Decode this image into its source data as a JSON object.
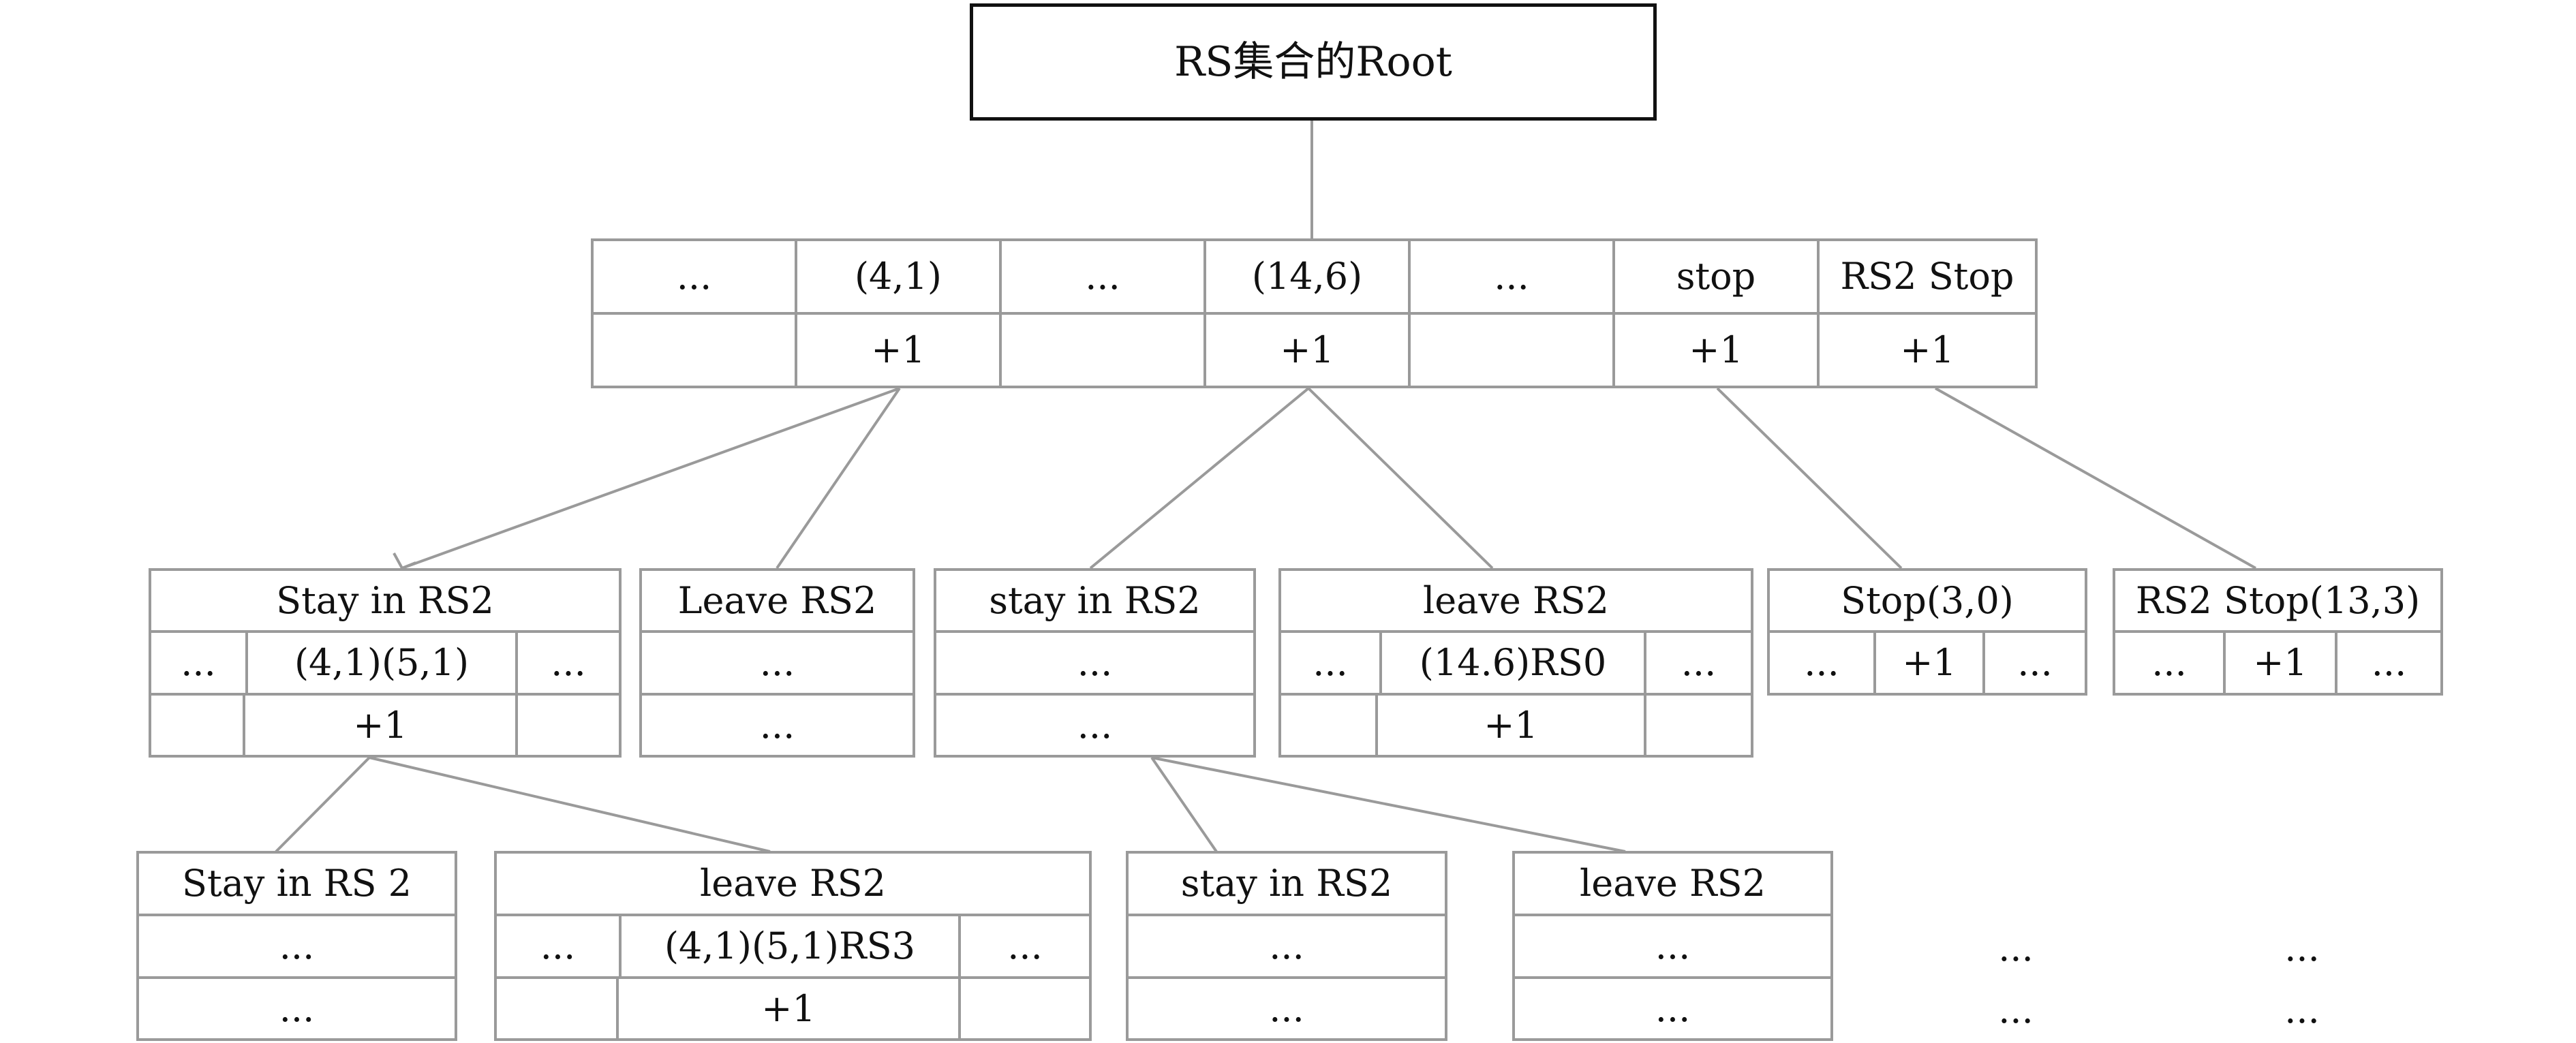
{
  "root": {
    "label": "RS集合的Root"
  },
  "level1": {
    "row1": [
      "...",
      "(4,1)",
      "...",
      "(14,6)",
      "...",
      "stop",
      "RS2 Stop"
    ],
    "row2": [
      "",
      "+1",
      "",
      "+1",
      "",
      "+1",
      "+1"
    ]
  },
  "level2": [
    {
      "title": "Stay in RS2",
      "row2": [
        "...",
        "(4,1)(5,1)",
        "..."
      ],
      "row3": [
        "",
        "+1",
        ""
      ]
    },
    {
      "title": "Leave RS2",
      "row2": [
        "..."
      ],
      "row3": [
        "..."
      ]
    },
    {
      "title": "stay in RS2",
      "row2": [
        "..."
      ],
      "row3": [
        "..."
      ]
    },
    {
      "title": "leave RS2",
      "row2": [
        "...",
        "(14.6)RS0",
        "..."
      ],
      "row3": [
        "",
        "+1",
        ""
      ]
    },
    {
      "title": "Stop(3,0)",
      "row2": [
        "...",
        "+1",
        "..."
      ]
    },
    {
      "title": "RS2 Stop(13,3)",
      "row2": [
        "...",
        "+1",
        "..."
      ]
    }
  ],
  "level3": [
    {
      "title": "Stay in RS 2",
      "row2": [
        "..."
      ],
      "row3": [
        "..."
      ]
    },
    {
      "title": "leave RS2",
      "row2": [
        "...",
        "(4,1)(5,1)RS3",
        "..."
      ],
      "row3": [
        "",
        "+1",
        ""
      ]
    },
    {
      "title": "stay in RS2",
      "row2": [
        "..."
      ],
      "row3": [
        "..."
      ]
    },
    {
      "title": "leave RS2",
      "row2": [
        "..."
      ],
      "row3": [
        "..."
      ]
    }
  ],
  "trailing": {
    "col_a": [
      "...",
      "..."
    ],
    "col_b": [
      "...",
      "..."
    ]
  }
}
